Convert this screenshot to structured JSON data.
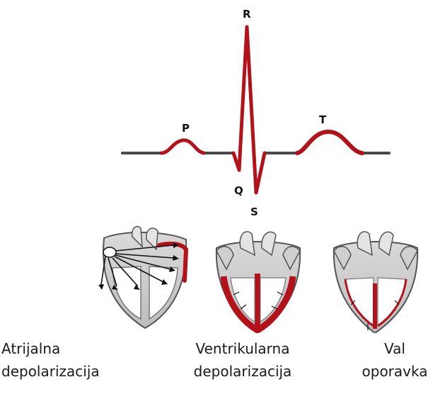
{
  "ecg": {
    "labels": {
      "p": "P",
      "q": "Q",
      "r": "R",
      "s": "S",
      "t": "T"
    },
    "colors": {
      "baseline": "#4a4a4a",
      "wave": "#b3121b"
    }
  },
  "hearts": [
    {
      "caption_line1": "Atrijalna",
      "caption_line2": "depolarizacija"
    },
    {
      "caption_line1": "Ventrikularna",
      "caption_line2": "depolarizacija"
    },
    {
      "caption_line1": "Val",
      "caption_line2": "oporavka"
    }
  ]
}
